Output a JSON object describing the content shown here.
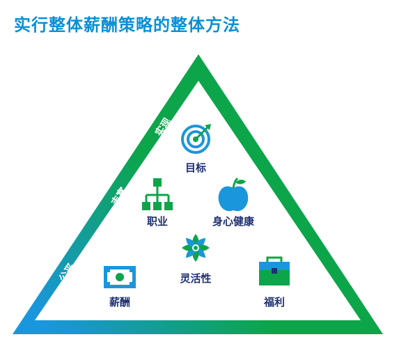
{
  "title": "实行整体薪酬策略的整体方法",
  "edge_labels": {
    "bottom": "公平",
    "middle": "丰富",
    "top": "实现"
  },
  "items": {
    "goal": "目标",
    "career": "职业",
    "wellbeing": "身心健康",
    "flexibility": "灵活性",
    "pay": "薪酬",
    "benefits": "福利"
  },
  "colors": {
    "title": "#0a8fd6",
    "blue": "#1a96dc",
    "green": "#0ca54a",
    "label": "#1e3070"
  }
}
